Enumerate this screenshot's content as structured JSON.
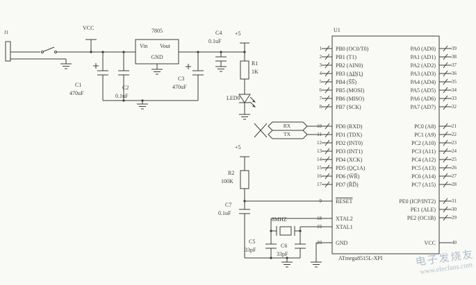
{
  "meta": {
    "ink_color": "#3c3c3c",
    "background_color": "#f9f9f6",
    "watermark_color": "#aebecb"
  },
  "labels": {
    "j1": "J1",
    "vcc_top": "VCC",
    "plus5_a": "+5",
    "plus5_b": "+5",
    "reg_name": "7805",
    "reg_vin": "Vin",
    "reg_vout": "Vout",
    "reg_gnd": "GND",
    "c1_ref": "C1",
    "c1_val": "470uF",
    "c2_ref": "C2",
    "c2_val": "0.1uF",
    "c3_ref": "C3",
    "c3_val": "470uF",
    "c4_ref": "C4",
    "c4_val": "0.1uF",
    "r1_ref": "R1",
    "r1_val": "1K",
    "led": "LED0",
    "rx": "RX",
    "tx": "TX",
    "r2_ref": "R2",
    "r2_val": "100K",
    "c7_ref": "C7",
    "c7_val": "0.1uF",
    "xtal_freq": "8MHZ",
    "c5_ref": "C5",
    "c5_val": "33pF",
    "c6_ref": "C6",
    "c6_val": "33pF"
  },
  "ic": {
    "ref": "U1",
    "part": "ATmega8515L-XPI",
    "pb_pins": [
      {
        "num": "1",
        "label": "PB0 (OC0/T0)"
      },
      {
        "num": "2",
        "label": "PB1 (T1)"
      },
      {
        "num": "3",
        "label": "PB2 (AIN0)"
      },
      {
        "num": "4",
        "label": "PB3 (A̲I̲N̲1̲)"
      },
      {
        "num": "5",
        "label": "PB4 (S̅S̅)"
      },
      {
        "num": "6",
        "label": "PB5 (MOSI)"
      },
      {
        "num": "7",
        "label": "PB6 (MISO)"
      },
      {
        "num": "8",
        "label": "PB7 (SCK)"
      }
    ],
    "pd_pins": [
      {
        "num": "10",
        "label": "PD0 (RXD)"
      },
      {
        "num": "11",
        "label": "PD1 (TDX)"
      },
      {
        "num": "12",
        "label": "PD2 (INT0)"
      },
      {
        "num": "13",
        "label": "PD3 (INT1)"
      },
      {
        "num": "14",
        "label": "PD4 (XCK)"
      },
      {
        "num": "15",
        "label": "PD5 (O̲C̲1A)"
      },
      {
        "num": "16",
        "label": "PD6 (W̅R̅)"
      },
      {
        "num": "17",
        "label": "PD7 (R̅D̅)"
      }
    ],
    "reset_pin": {
      "num": "9",
      "label": "RESET"
    },
    "xtal_pins": [
      {
        "num": "18",
        "label": "XTAL2"
      },
      {
        "num": "19",
        "label": "XTAL1"
      }
    ],
    "gnd_pin": {
      "num": "20",
      "label": "GND"
    },
    "pa_pins": [
      {
        "num": "39",
        "label": "PA0 (AD0)"
      },
      {
        "num": "38",
        "label": "PA1 (AD1)"
      },
      {
        "num": "37",
        "label": "PA2 (AD2)"
      },
      {
        "num": "36",
        "label": "PA3 (AD3)"
      },
      {
        "num": "35",
        "label": "PA4 (AD4)"
      },
      {
        "num": "34",
        "label": "PA5 (AD5)"
      },
      {
        "num": "33",
        "label": "PA6 (AD6)"
      },
      {
        "num": "32",
        "label": "PA7 (AD7)"
      }
    ],
    "pc_pins": [
      {
        "num": "21",
        "label": "PC0 (A8)"
      },
      {
        "num": "22",
        "label": "PC1 (A9)"
      },
      {
        "num": "23",
        "label": "PC2 (A10)"
      },
      {
        "num": "24",
        "label": "PC3 (A11)"
      },
      {
        "num": "25",
        "label": "PC4 (A12)"
      },
      {
        "num": "26",
        "label": "PC5 (A13)"
      },
      {
        "num": "27",
        "label": "PC6 (A14)"
      },
      {
        "num": "28",
        "label": "PC7 (A15)"
      }
    ],
    "pe_pins": [
      {
        "num": "31",
        "label": "PE0 (ICP/INT2)"
      },
      {
        "num": "30",
        "label": "PE1 (ALE)"
      },
      {
        "num": "29",
        "label": "PE2 (OC1B)"
      }
    ],
    "vcc_pin": {
      "num": "40",
      "label": "VCC"
    }
  },
  "watermark": {
    "line1": "电子发烧友",
    "line2": "www.elecfans.com"
  }
}
